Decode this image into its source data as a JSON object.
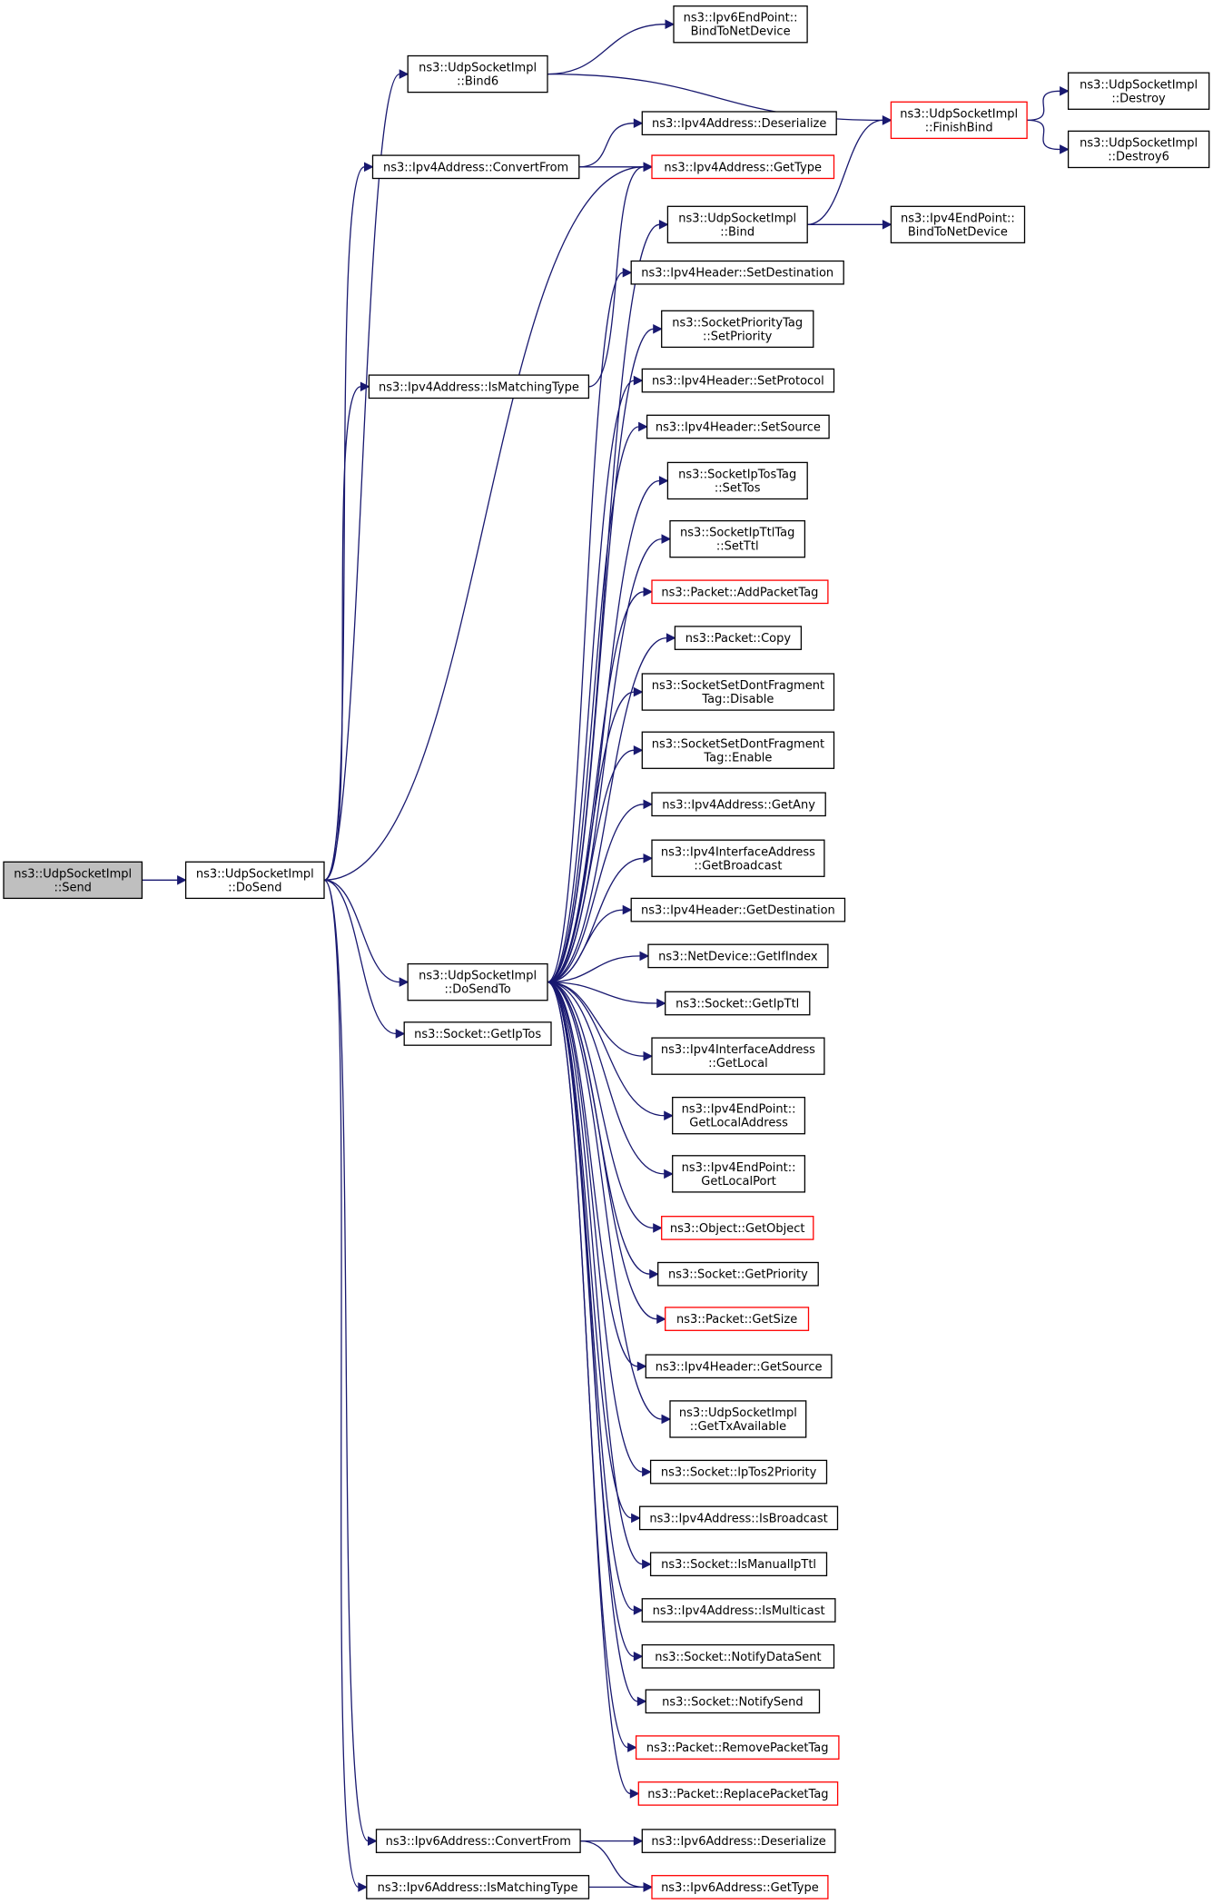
{
  "colors": {
    "edge": "#191970",
    "highlight_border": "#ff0000",
    "root_fill": "#bfbfbf"
  },
  "nodes": [
    {
      "id": "send",
      "lines": [
        "ns3::UdpSocketImpl",
        "::Send"
      ],
      "style": "root"
    },
    {
      "id": "dosend",
      "lines": [
        "ns3::UdpSocketImpl",
        "::DoSend"
      ],
      "style": "normal"
    },
    {
      "id": "bind6",
      "lines": [
        "ns3::UdpSocketImpl",
        "::Bind6"
      ],
      "style": "normal"
    },
    {
      "id": "ipv6ep_bind",
      "lines": [
        "ns3::Ipv6EndPoint::",
        "BindToNetDevice"
      ],
      "style": "normal"
    },
    {
      "id": "finishbind",
      "lines": [
        "ns3::UdpSocketImpl",
        "::FinishBind"
      ],
      "style": "red"
    },
    {
      "id": "destroy",
      "lines": [
        "ns3::UdpSocketImpl",
        "::Destroy"
      ],
      "style": "normal"
    },
    {
      "id": "destroy6",
      "lines": [
        "ns3::UdpSocketImpl",
        "::Destroy6"
      ],
      "style": "normal"
    },
    {
      "id": "ipv4_convert",
      "lines": [
        "ns3::Ipv4Address::ConvertFrom"
      ],
      "style": "normal"
    },
    {
      "id": "ipv4_deser",
      "lines": [
        "ns3::Ipv4Address::Deserialize"
      ],
      "style": "normal"
    },
    {
      "id": "ipv4_gettype",
      "lines": [
        "ns3::Ipv4Address::GetType"
      ],
      "style": "red"
    },
    {
      "id": "bind",
      "lines": [
        "ns3::UdpSocketImpl",
        "::Bind"
      ],
      "style": "normal"
    },
    {
      "id": "ipv4ep_bind",
      "lines": [
        "ns3::Ipv4EndPoint::",
        "BindToNetDevice"
      ],
      "style": "normal"
    },
    {
      "id": "ipv4_ismatch",
      "lines": [
        "ns3::Ipv4Address::IsMatchingType"
      ],
      "style": "normal"
    },
    {
      "id": "dosendto",
      "lines": [
        "ns3::UdpSocketImpl",
        "::DoSendTo"
      ],
      "style": "normal"
    },
    {
      "id": "getiptos",
      "lines": [
        "ns3::Socket::GetIpTos"
      ],
      "style": "normal"
    },
    {
      "id": "ipv6_convert",
      "lines": [
        "ns3::Ipv6Address::ConvertFrom"
      ],
      "style": "normal"
    },
    {
      "id": "ipv6_ismatch",
      "lines": [
        "ns3::Ipv6Address::IsMatchingType"
      ],
      "style": "normal"
    },
    {
      "id": "ipv6_deser",
      "lines": [
        "ns3::Ipv6Address::Deserialize"
      ],
      "style": "normal"
    },
    {
      "id": "ipv6_gettype",
      "lines": [
        "ns3::Ipv6Address::GetType"
      ],
      "style": "red"
    },
    {
      "id": "c_setdest",
      "lines": [
        "ns3::Ipv4Header::SetDestination"
      ],
      "style": "normal"
    },
    {
      "id": "c_setprio",
      "lines": [
        "ns3::SocketPriorityTag",
        "::SetPriority"
      ],
      "style": "normal"
    },
    {
      "id": "c_setproto",
      "lines": [
        "ns3::Ipv4Header::SetProtocol"
      ],
      "style": "normal"
    },
    {
      "id": "c_setsrc",
      "lines": [
        "ns3::Ipv4Header::SetSource"
      ],
      "style": "normal"
    },
    {
      "id": "c_settos",
      "lines": [
        "ns3::SocketIpTosTag",
        "::SetTos"
      ],
      "style": "normal"
    },
    {
      "id": "c_setttl",
      "lines": [
        "ns3::SocketIpTtlTag",
        "::SetTtl"
      ],
      "style": "normal"
    },
    {
      "id": "c_addtag",
      "lines": [
        "ns3::Packet::AddPacketTag"
      ],
      "style": "red"
    },
    {
      "id": "c_copy",
      "lines": [
        "ns3::Packet::Copy"
      ],
      "style": "normal"
    },
    {
      "id": "c_dfdisable",
      "lines": [
        "ns3::SocketSetDontFragment",
        "Tag::Disable"
      ],
      "style": "normal"
    },
    {
      "id": "c_dfenable",
      "lines": [
        "ns3::SocketSetDontFragment",
        "Tag::Enable"
      ],
      "style": "normal"
    },
    {
      "id": "c_getany",
      "lines": [
        "ns3::Ipv4Address::GetAny"
      ],
      "style": "normal"
    },
    {
      "id": "c_getbcast",
      "lines": [
        "ns3::Ipv4InterfaceAddress",
        "::GetBroadcast"
      ],
      "style": "normal"
    },
    {
      "id": "c_getdest",
      "lines": [
        "ns3::Ipv4Header::GetDestination"
      ],
      "style": "normal"
    },
    {
      "id": "c_getifidx",
      "lines": [
        "ns3::NetDevice::GetIfIndex"
      ],
      "style": "normal"
    },
    {
      "id": "c_getipttl",
      "lines": [
        "ns3::Socket::GetIpTtl"
      ],
      "style": "normal"
    },
    {
      "id": "c_getlocal",
      "lines": [
        "ns3::Ipv4InterfaceAddress",
        "::GetLocal"
      ],
      "style": "normal"
    },
    {
      "id": "c_getlocaladdr",
      "lines": [
        "ns3::Ipv4EndPoint::",
        "GetLocalAddress"
      ],
      "style": "normal"
    },
    {
      "id": "c_getlocalport",
      "lines": [
        "ns3::Ipv4EndPoint::",
        "GetLocalPort"
      ],
      "style": "normal"
    },
    {
      "id": "c_getobject",
      "lines": [
        "ns3::Object::GetObject"
      ],
      "style": "red"
    },
    {
      "id": "c_getprio",
      "lines": [
        "ns3::Socket::GetPriority"
      ],
      "style": "normal"
    },
    {
      "id": "c_getsize",
      "lines": [
        "ns3::Packet::GetSize"
      ],
      "style": "red"
    },
    {
      "id": "c_getsrc",
      "lines": [
        "ns3::Ipv4Header::GetSource"
      ],
      "style": "normal"
    },
    {
      "id": "c_gettxavail",
      "lines": [
        "ns3::UdpSocketImpl",
        "::GetTxAvailable"
      ],
      "style": "normal"
    },
    {
      "id": "c_tos2prio",
      "lines": [
        "ns3::Socket::IpTos2Priority"
      ],
      "style": "normal"
    },
    {
      "id": "c_isbcast",
      "lines": [
        "ns3::Ipv4Address::IsBroadcast"
      ],
      "style": "normal"
    },
    {
      "id": "c_ismanualttl",
      "lines": [
        "ns3::Socket::IsManualIpTtl"
      ],
      "style": "normal"
    },
    {
      "id": "c_ismcast",
      "lines": [
        "ns3::Ipv4Address::IsMulticast"
      ],
      "style": "normal"
    },
    {
      "id": "c_notifysent",
      "lines": [
        "ns3::Socket::NotifyDataSent"
      ],
      "style": "normal"
    },
    {
      "id": "c_notifysend",
      "lines": [
        "ns3::Socket::NotifySend"
      ],
      "style": "normal"
    },
    {
      "id": "c_removetag",
      "lines": [
        "ns3::Packet::RemovePacketTag"
      ],
      "style": "red"
    },
    {
      "id": "c_replacetag",
      "lines": [
        "ns3::Packet::ReplacePacketTag"
      ],
      "style": "red"
    }
  ],
  "edges": [
    [
      "send",
      "dosend"
    ],
    [
      "dosend",
      "bind6"
    ],
    [
      "dosend",
      "ipv4_convert"
    ],
    [
      "dosend",
      "ipv4_gettype"
    ],
    [
      "dosend",
      "ipv4_ismatch"
    ],
    [
      "dosend",
      "dosendto"
    ],
    [
      "dosend",
      "getiptos"
    ],
    [
      "dosend",
      "ipv6_convert"
    ],
    [
      "dosend",
      "ipv6_ismatch"
    ],
    [
      "bind6",
      "ipv6ep_bind"
    ],
    [
      "bind6",
      "finishbind"
    ],
    [
      "finishbind",
      "destroy"
    ],
    [
      "finishbind",
      "destroy6"
    ],
    [
      "ipv4_convert",
      "ipv4_deser"
    ],
    [
      "ipv4_convert",
      "ipv4_gettype"
    ],
    [
      "bind",
      "finishbind"
    ],
    [
      "bind",
      "ipv4ep_bind"
    ],
    [
      "ipv4_ismatch",
      "ipv4_gettype"
    ],
    [
      "ipv6_convert",
      "ipv6_deser"
    ],
    [
      "ipv6_convert",
      "ipv6_gettype"
    ],
    [
      "ipv6_ismatch",
      "ipv6_gettype"
    ],
    [
      "dosendto",
      "bind"
    ],
    [
      "dosendto",
      "c_setdest"
    ],
    [
      "dosendto",
      "c_setprio"
    ],
    [
      "dosendto",
      "c_setproto"
    ],
    [
      "dosendto",
      "c_setsrc"
    ],
    [
      "dosendto",
      "c_settos"
    ],
    [
      "dosendto",
      "c_setttl"
    ],
    [
      "dosendto",
      "c_addtag"
    ],
    [
      "dosendto",
      "c_copy"
    ],
    [
      "dosendto",
      "c_dfdisable"
    ],
    [
      "dosendto",
      "c_dfenable"
    ],
    [
      "dosendto",
      "c_getany"
    ],
    [
      "dosendto",
      "c_getbcast"
    ],
    [
      "dosendto",
      "c_getdest"
    ],
    [
      "dosendto",
      "c_getifidx"
    ],
    [
      "dosendto",
      "c_getipttl"
    ],
    [
      "dosendto",
      "c_getlocal"
    ],
    [
      "dosendto",
      "c_getlocaladdr"
    ],
    [
      "dosendto",
      "c_getlocalport"
    ],
    [
      "dosendto",
      "c_getobject"
    ],
    [
      "dosendto",
      "c_getprio"
    ],
    [
      "dosendto",
      "c_getsize"
    ],
    [
      "dosendto",
      "c_getsrc"
    ],
    [
      "dosendto",
      "c_gettxavail"
    ],
    [
      "dosendto",
      "c_tos2prio"
    ],
    [
      "dosendto",
      "c_isbcast"
    ],
    [
      "dosendto",
      "c_ismanualttl"
    ],
    [
      "dosendto",
      "c_ismcast"
    ],
    [
      "dosendto",
      "c_notifysent"
    ],
    [
      "dosendto",
      "c_notifysend"
    ],
    [
      "dosendto",
      "c_removetag"
    ],
    [
      "dosendto",
      "c_replacetag"
    ]
  ]
}
